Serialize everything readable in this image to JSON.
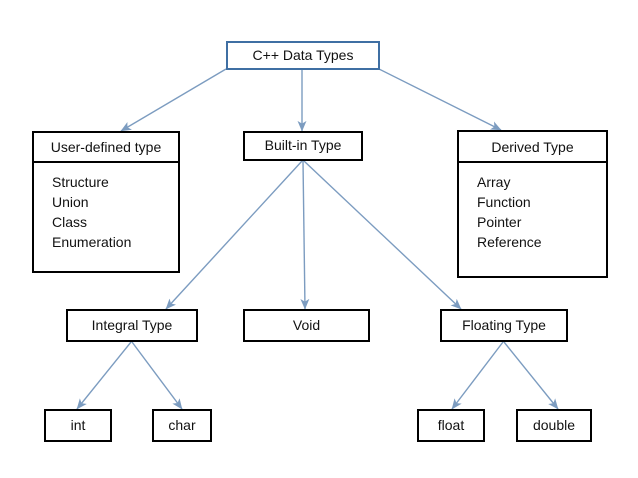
{
  "diagram": {
    "title": "C++ Data Types",
    "colors": {
      "root_border": "#3f6fa3",
      "node_border": "#000000",
      "arrow": "#7c9cc0",
      "background": "#ffffff",
      "text": "#111111"
    },
    "root": {
      "label": "C++ Data Types"
    },
    "categories": {
      "user_defined": {
        "label": "User-defined type",
        "items": [
          "Structure",
          "Union",
          "Class",
          "Enumeration"
        ]
      },
      "built_in": {
        "label": "Built-in Type"
      },
      "derived": {
        "label": "Derived Type",
        "items": [
          "Array",
          "Function",
          "Pointer",
          "Reference"
        ]
      }
    },
    "built_in_children": {
      "integral": {
        "label": "Integral Type"
      },
      "void": {
        "label": "Void"
      },
      "floating": {
        "label": "Floating Type"
      }
    },
    "integral_children": {
      "int": {
        "label": "int"
      },
      "char": {
        "label": "char"
      }
    },
    "floating_children": {
      "float": {
        "label": "float"
      },
      "double": {
        "label": "double"
      }
    }
  }
}
